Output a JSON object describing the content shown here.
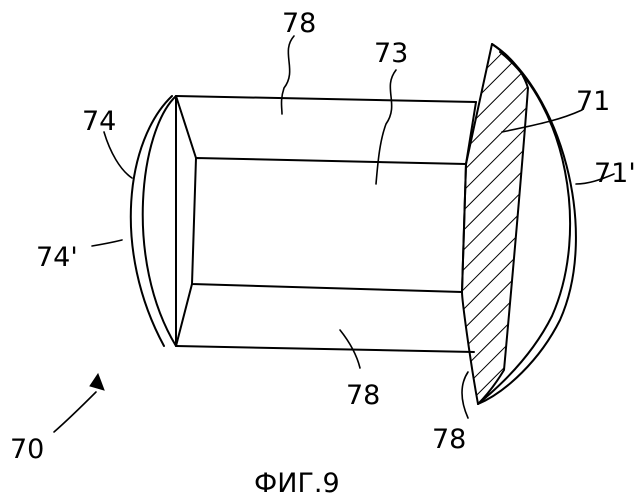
{
  "figure": {
    "caption": "ФИГ.9",
    "labels": {
      "assembly": "70",
      "cap_right": "71",
      "cap_right_surface": "71'",
      "body": "73",
      "cap_left": "74",
      "cap_left_surface": "74'",
      "edge_top": "78",
      "edge_bottom": "78",
      "edge_corner": "78"
    }
  }
}
